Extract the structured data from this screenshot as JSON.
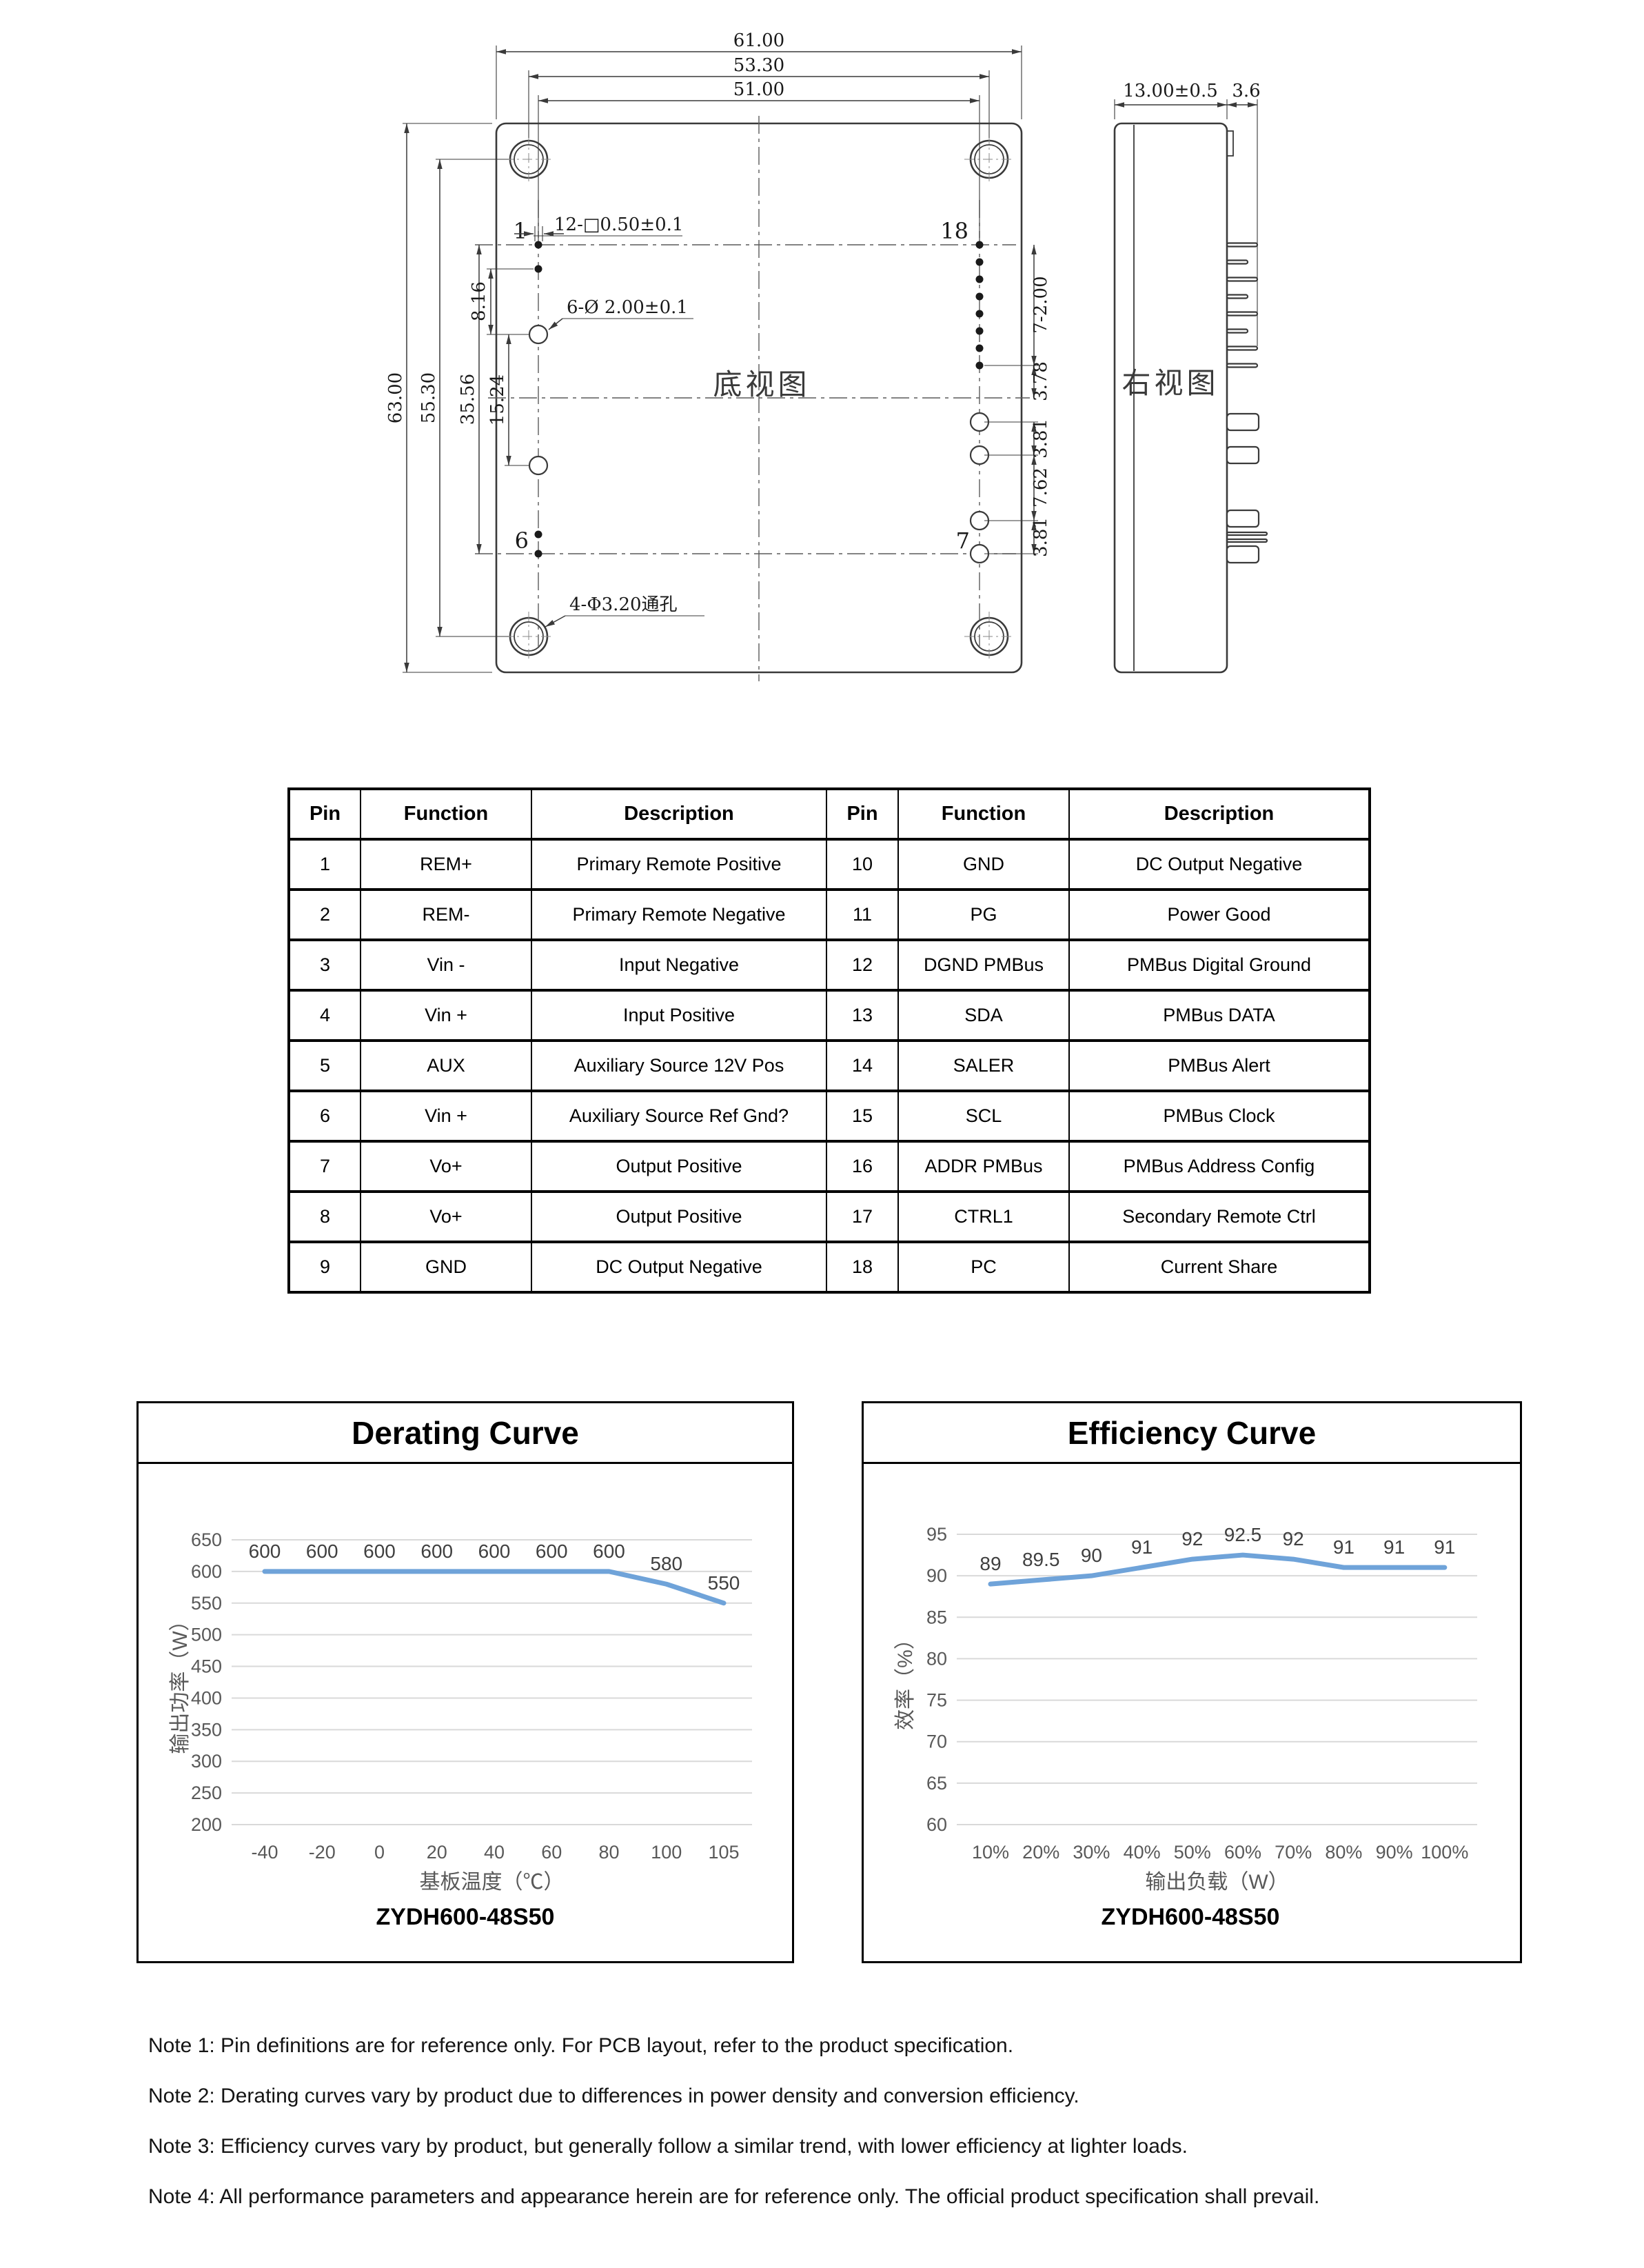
{
  "drawing": {
    "views": {
      "bottom": "底视图",
      "right": "右视图"
    },
    "dims_top": [
      "61.00",
      "53.30",
      "51.00"
    ],
    "dims_left": [
      "63.00",
      "55.30",
      "35.56",
      "15.24",
      "8.16"
    ],
    "dims_right": [
      "7-2.00",
      "3.78",
      "3.81",
      "7.62",
      "3.81"
    ],
    "dims_side": [
      "13.00±0.5",
      "3.6"
    ],
    "annotations": {
      "pads": "12-□0.50±0.1",
      "pin_holes": "6-Ø 2.00±0.1",
      "through_holes": "4-Φ3.20通孔"
    },
    "pin_callouts": [
      "1",
      "18",
      "6",
      "7"
    ]
  },
  "pin_table": {
    "headers": [
      "Pin",
      "Function",
      "Description",
      "Pin",
      "Function",
      "Description"
    ],
    "rows": [
      [
        "1",
        "REM+",
        "Primary Remote Positive",
        "10",
        "GND",
        "DC Output Negative"
      ],
      [
        "2",
        "REM-",
        "Primary Remote Negative",
        "11",
        "PG",
        "Power Good"
      ],
      [
        "3",
        "Vin -",
        "Input Negative",
        "12",
        "DGND PMBus",
        "PMBus Digital Ground"
      ],
      [
        "4",
        "Vin +",
        "Input Positive",
        "13",
        "SDA",
        "PMBus DATA"
      ],
      [
        "5",
        "AUX",
        "Auxiliary Source 12V Pos",
        "14",
        "SALER",
        "PMBus Alert"
      ],
      [
        "6",
        "Vin +",
        "Auxiliary Source Ref Gnd?",
        "15",
        "SCL",
        "PMBus Clock"
      ],
      [
        "7",
        "Vo+",
        "Output Positive",
        "16",
        "ADDR PMBus",
        "PMBus Address Config"
      ],
      [
        "8",
        "Vo+",
        "Output Positive",
        "17",
        "CTRL1",
        "Secondary Remote Ctrl"
      ],
      [
        "9",
        "GND",
        "DC Output Negative",
        "18",
        "PC",
        "Current Share"
      ]
    ]
  },
  "chart_data": [
    {
      "type": "line",
      "title": "Derating Curve",
      "caption": "ZYDH600-48S50",
      "categories": [
        -40,
        -20,
        0,
        20,
        40,
        60,
        80,
        100,
        105
      ],
      "x_tick_labels": [
        "-40",
        "-20",
        "0",
        "20",
        "40",
        "60",
        "80",
        "100",
        "105"
      ],
      "values": [
        600,
        600,
        600,
        600,
        600,
        600,
        600,
        580,
        550
      ],
      "data_labels": [
        "600",
        "600",
        "600",
        "600",
        "600",
        "600",
        "600",
        "580",
        "550"
      ],
      "xlabel": "基板温度（℃）",
      "ylabel": "输出功率（W）",
      "ylim": [
        200,
        650
      ],
      "ytick_step": 50,
      "grid": true,
      "legend": "none",
      "line_color": "#6fa3d9"
    },
    {
      "type": "line",
      "title": "Efficiency Curve",
      "caption": "ZYDH600-48S50",
      "categories": [
        "10%",
        "20%",
        "30%",
        "40%",
        "50%",
        "60%",
        "70%",
        "80%",
        "90%",
        "100%"
      ],
      "x_tick_labels": [
        "10%",
        "20%",
        "30%",
        "40%",
        "50%",
        "60%",
        "70%",
        "80%",
        "90%",
        "100%"
      ],
      "values": [
        89,
        89.5,
        90,
        91,
        92,
        92.5,
        92,
        91,
        91,
        91
      ],
      "data_labels": [
        "89",
        "89.5",
        "90",
        "91",
        "92",
        "92.5",
        "92",
        "91",
        "91",
        "91"
      ],
      "xlabel": "输出负载（W）",
      "ylabel": "效率（%）",
      "ylim": [
        60,
        95
      ],
      "ytick_step": 5,
      "grid": true,
      "legend": "none",
      "line_color": "#6fa3d9"
    }
  ],
  "notes": [
    "Note 1: Pin definitions are for reference only. For PCB layout, refer to the product specification.",
    "Note 2: Derating curves vary by product due to differences in power density and conversion efficiency.",
    "Note 3: Efficiency curves vary by product, but generally follow a similar trend, with lower efficiency at lighter loads.",
    "Note 4: All performance parameters and appearance herein are for reference only. The official product specification shall prevail."
  ]
}
